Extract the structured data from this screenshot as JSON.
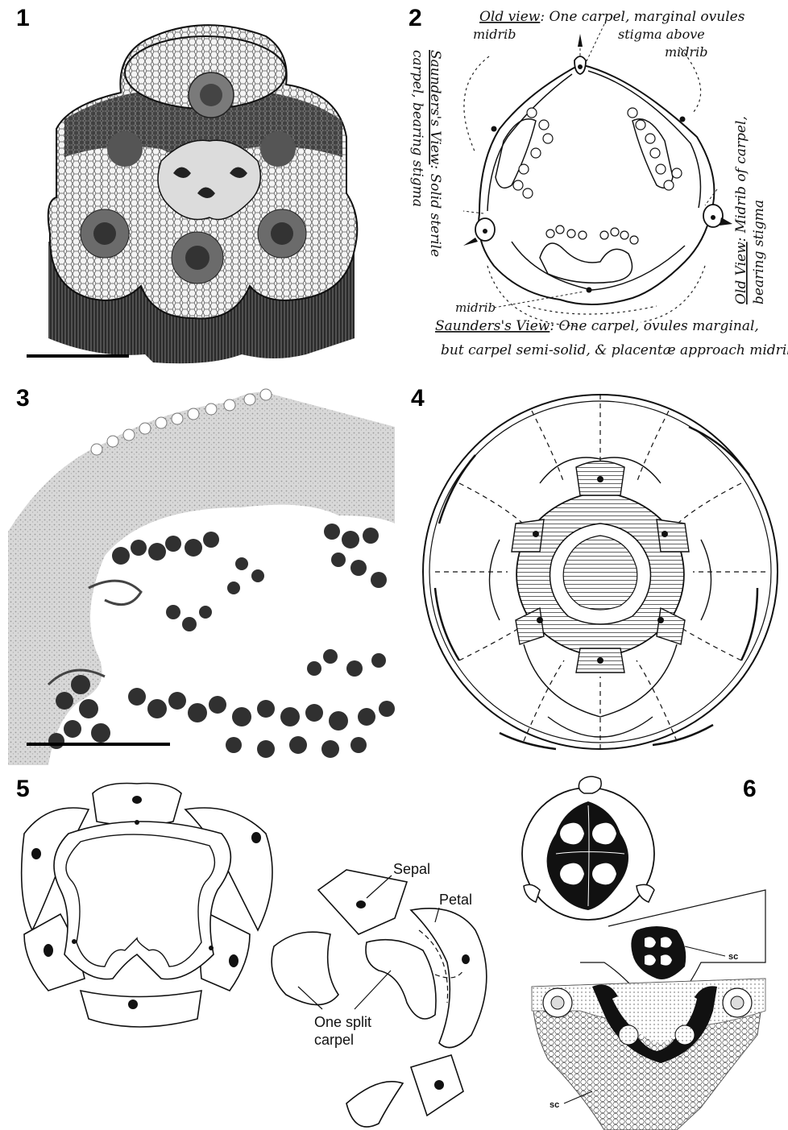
{
  "figure": {
    "panel_numbers": [
      "1",
      "2",
      "3",
      "4",
      "5",
      "6"
    ]
  },
  "panel2": {
    "old_view_top_a": "Old view",
    "old_view_top_b": ": One carpel, marginal ovules",
    "midrib_top": "midrib",
    "stigma_above": "stigma above",
    "midrib_top_right": "midrib",
    "saunders_left_a": "Saunders's View",
    "saunders_left_b": ": Solid sterile",
    "saunders_left_c": "carpel, bearing stigma",
    "old_view_right_a": "Old View",
    "old_view_right_b": ": Midrib of carpel,",
    "old_view_right_c": "bearing stigma",
    "midrib_bottom": "midrib",
    "saunders_bottom_a": "Saunders's View",
    "saunders_bottom_b": ": One carpel, ovules marginal,",
    "saunders_bottom_c": "but carpel semi-solid, & placentæ approach midrib"
  },
  "panel5": {
    "sepal": "Sepal",
    "petal": "Petal",
    "one_split_carpel_a": "One split",
    "one_split_carpel_b": "carpel"
  },
  "panel6": {
    "sc_upper": "sc",
    "sc_lower": "sc"
  }
}
